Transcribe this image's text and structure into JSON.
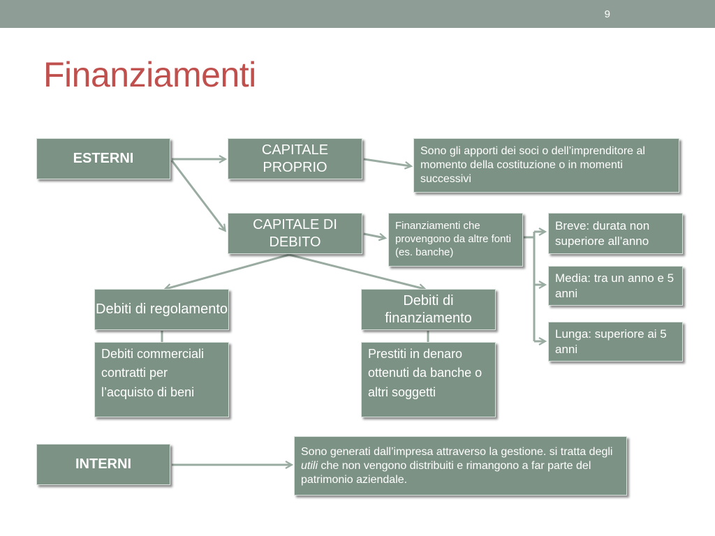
{
  "slide": {
    "page_number": "9",
    "title": "Finanziamenti"
  },
  "nodes": {
    "esterni": "ESTERNI",
    "capitale_proprio": "CAPITALE PROPRIO",
    "capitale_proprio_desc": "Sono gli apporti dei soci o dell’imprenditore al momento della costituzione o in momenti successivi",
    "capitale_di_debito": "CAPITALE DI DEBITO",
    "capitale_di_debito_desc": "Finanziamenti che provengono da altre fonti (es. banche)",
    "breve": "Breve: durata non superiore all’anno",
    "media": "Media: tra un anno e 5 anni",
    "lunga": "Lunga: superiore ai 5 anni",
    "debiti_regolamento": "Debiti di regolamento",
    "debiti_regolamento_desc": "Debiti commerciali contratti per l’acquisto di beni",
    "debiti_finanziamento": "Debiti di finanziamento",
    "debiti_finanziamento_desc": "Prestiti in denaro ottenuti da banche o altri soggetti",
    "interni": "INTERNI",
    "interni_desc_part1": "Sono generati dall’impresa attraverso la gestione. si tratta degli ",
    "interni_desc_italic": "utili",
    "interni_desc_part2": "  che non vengono distribuiti e rimangono a far parte del patrimonio aziendale."
  },
  "colors": {
    "box_fill": "#7c9285",
    "box_border": "#d9e2dd",
    "connector": "#9aaca2",
    "title": "#c0504d",
    "top_bar": "#8e9e96"
  }
}
